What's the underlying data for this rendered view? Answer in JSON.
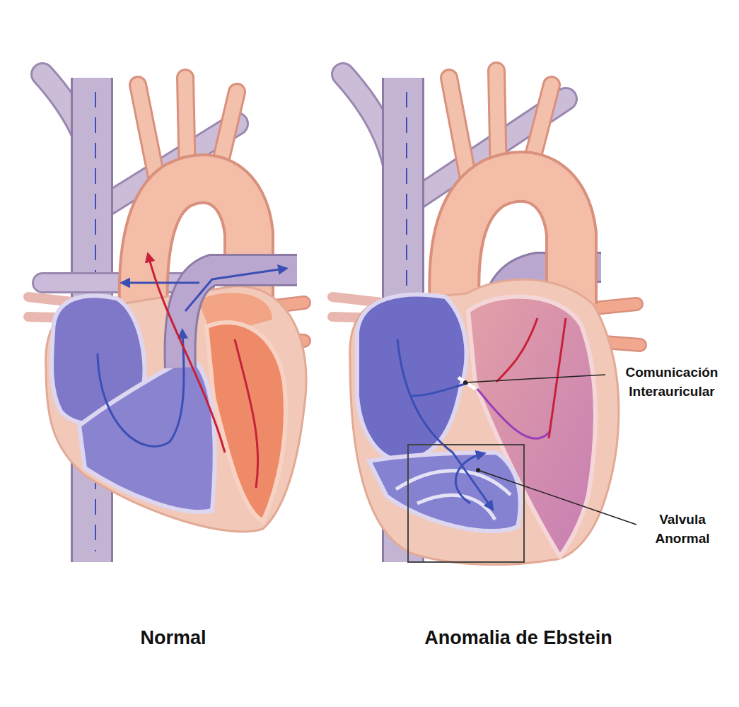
{
  "diagram": {
    "labels": [
      "Comunicación Interauricular",
      "Valvula Anormal",
      "Normal",
      "Anomalia de Ebstein"
    ]
  }
}
